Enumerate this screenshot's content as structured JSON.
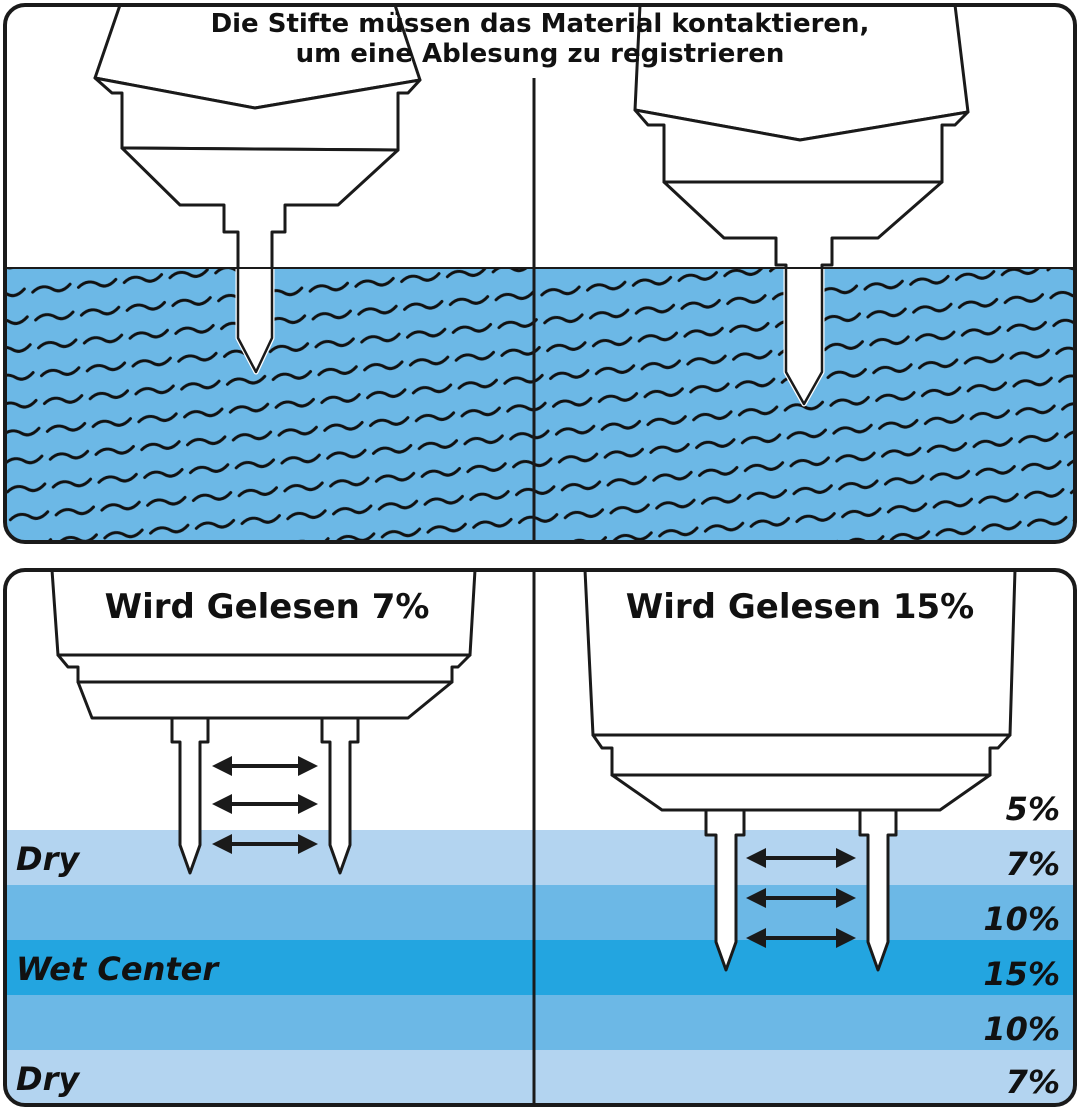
{
  "title": {
    "line1": "Die Stifte müssen das Material kontaktieren,",
    "line2": "um eine Ablesung zu registrieren"
  },
  "panels": {
    "left_heading": "Wird Gelesen 7%",
    "right_heading": "Wird Gelesen 15%"
  },
  "layers": {
    "left_labels": [
      "Dry",
      "",
      "Wet Center",
      "",
      "Dry"
    ],
    "right_percentages": [
      "5%",
      "7%",
      "10%",
      "15%",
      "10%",
      "7%"
    ]
  },
  "colors": {
    "material_blue": "#6cb8e6",
    "layer_light": "#b3d4f0",
    "layer_mid": "#6cb8e6",
    "layer_dark": "#23a5e0",
    "outline": "#1a1a1a"
  },
  "icons": [
    "moisture-meter-pin-icon",
    "double-arrow-icon",
    "wood-grain-pattern"
  ]
}
